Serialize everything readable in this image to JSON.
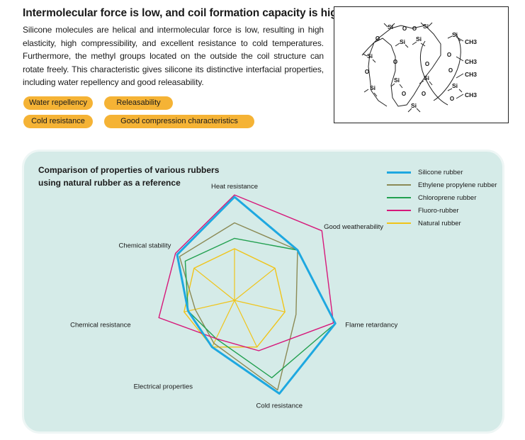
{
  "header": {
    "title": "Intermolecular force is low, and coil formation capacity is high.",
    "body": "Silicone molecules are helical and intermolecular force is low, resulting in high elasticity, high compressibility, and excellent resistance to cold temperatures. Furthermore, the methyl groups located on the outside the coil structure can rotate freely. This characteristic gives silicone its distinctive interfacial properties, including water repellency and good releasability."
  },
  "tags": [
    "Water repellency",
    "Releasability",
    "Cold resistance",
    "Good compression characteristics"
  ],
  "molecule": {
    "labels": {
      "si": "Si",
      "o": "O",
      "ch3": "CH3"
    }
  },
  "colors": {
    "pill": "#f5b335",
    "panel": "#d5ebe8",
    "silicone": "#1ea8e0",
    "epr": "#8b8a55",
    "chloroprene": "#22a050",
    "fluoro": "#d6187a",
    "natural": "#f0c419"
  },
  "chart_data": {
    "type": "radar",
    "title_lines": [
      "Comparison of properties of various rubbers",
      "using natural rubber as a reference"
    ],
    "axes": [
      "Heat resistance",
      "Good weatherability",
      "Flame retardancy",
      "Cold resistance",
      "Electrical properties",
      "Chemical resistance",
      "Chemical stability"
    ],
    "max": 1,
    "series": [
      {
        "name": "Silicone rubber",
        "values": [
          1.0,
          0.78,
          1.0,
          1.0,
          0.5,
          0.46,
          0.71
        ]
      },
      {
        "name": "Ethylene propylene rubber",
        "values": [
          0.75,
          0.78,
          0.61,
          0.96,
          0.46,
          0.39,
          0.68
        ]
      },
      {
        "name": "Chloroprene rubber",
        "values": [
          0.6,
          0.78,
          1.0,
          0.83,
          0.41,
          0.46,
          0.61
        ]
      },
      {
        "name": "Fluoro-rubber",
        "values": [
          1.02,
          1.08,
          0.98,
          0.54,
          0.41,
          0.75,
          0.73
        ]
      },
      {
        "name": "Natural rubber",
        "values": [
          0.5,
          0.5,
          0.5,
          0.5,
          0.5,
          0.5,
          0.5
        ]
      }
    ],
    "legend_position": "top-right",
    "grid": false
  }
}
